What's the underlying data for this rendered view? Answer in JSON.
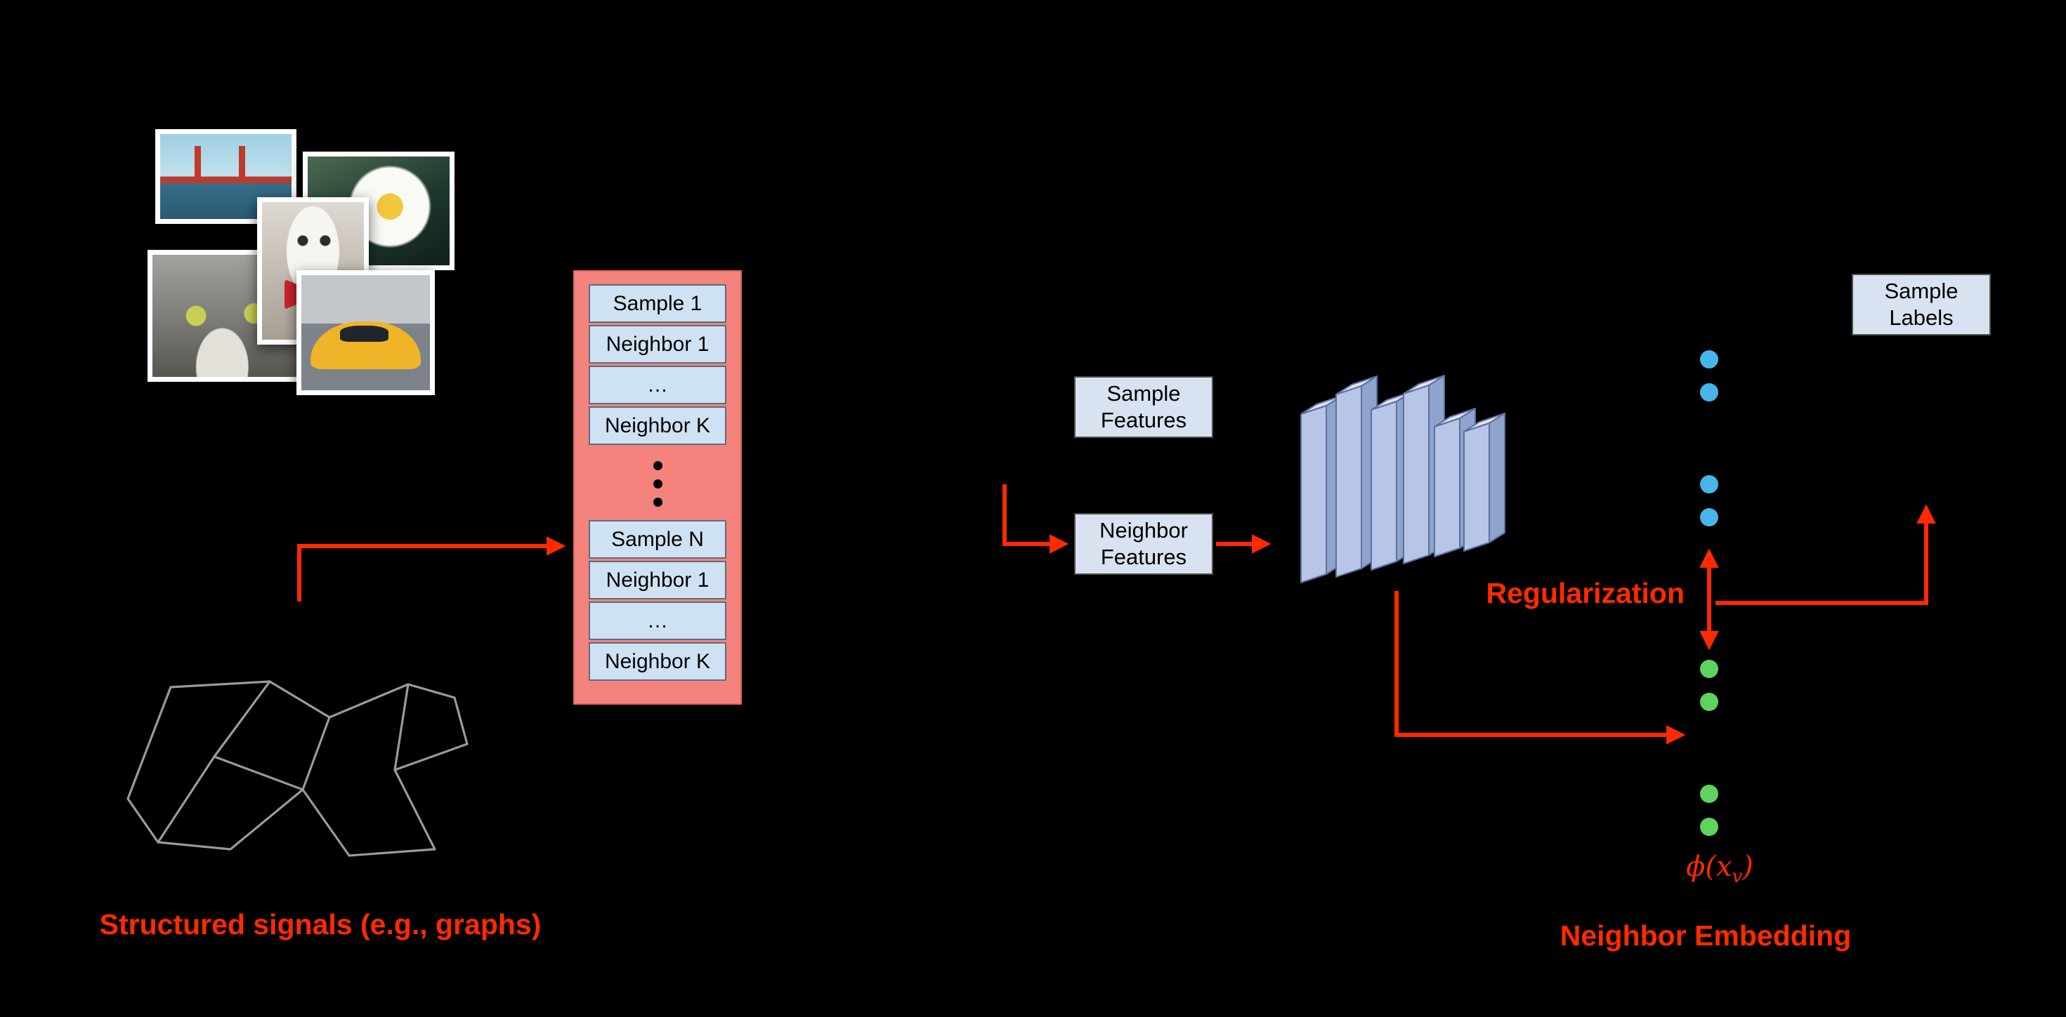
{
  "diagram": {
    "title_semantic": "Neural structured learning architecture diagram",
    "background": "#000000",
    "colors": {
      "accent_red": "#ff2a00",
      "batch_fill": "#f4837d",
      "cell_fill": "#cfe2f3",
      "feature_box_fill": "#d9e2f0",
      "nn_front": "#b7c6e6",
      "nn_top": "#dce4f5",
      "nn_side": "#8ea4cd",
      "blue_dot": "#47b5e9",
      "green_dot": "#5ed45e",
      "graph_edge": "#9a9a9a"
    }
  },
  "photos": [
    {
      "name": "golden-gate-bridge"
    },
    {
      "name": "daisy-flower"
    },
    {
      "name": "gray-cat"
    },
    {
      "name": "bulldog-with-red-bow"
    },
    {
      "name": "yellow-car"
    }
  ],
  "labels": {
    "structured_signals": "Structured signals (e.g., graphs)",
    "regularization": "Regularization",
    "neighbor_embedding": "Neighbor Embedding"
  },
  "batch": {
    "rows": [
      "Sample 1",
      "Neighbor 1",
      "…",
      "Neighbor K",
      "Sample N",
      "Neighbor 1",
      "…",
      "Neighbor K"
    ]
  },
  "feature_boxes": {
    "sample_features": {
      "line1": "Sample",
      "line2": "Features"
    },
    "neighbor_features": {
      "line1": "Neighbor",
      "line2": "Features"
    },
    "sample_labels": {
      "line1": "Sample",
      "line2": "Labels"
    }
  },
  "embedding_label": {
    "pre": "ϕ(x",
    "sub": "v",
    "post": ")"
  }
}
